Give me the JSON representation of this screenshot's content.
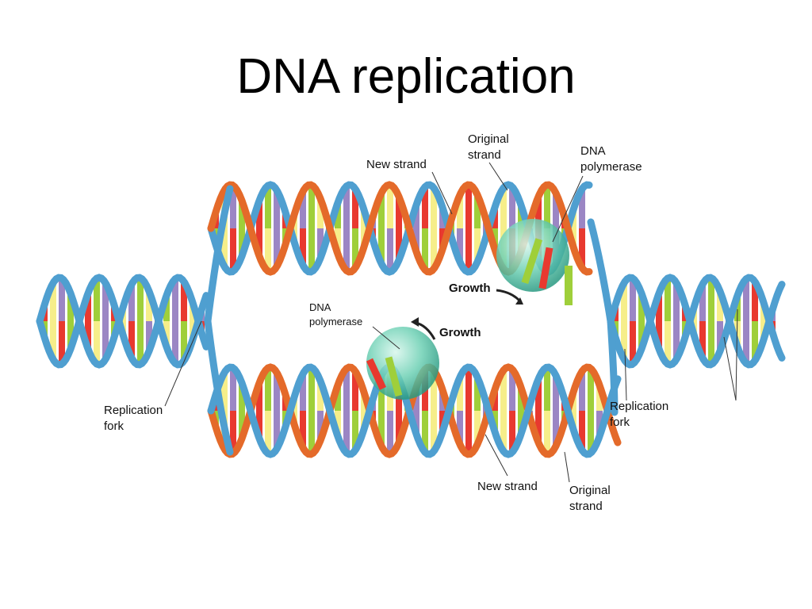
{
  "title": "DNA replication",
  "labels": {
    "original_strand_top": [
      "Original",
      "strand"
    ],
    "new_strand_top": "New strand",
    "dna_polymerase_top": [
      "DNA",
      "polymerase"
    ],
    "growth_top": "Growth",
    "dna_polymerase_bottom": [
      "DNA",
      "polymerase"
    ],
    "growth_bottom": "Growth",
    "replication_fork_left": [
      "Replication",
      "fork"
    ],
    "replication_fork_right": [
      "Replication",
      "fork"
    ],
    "new_strand_bottom": "New strand",
    "original_strand_bottom": [
      "Original",
      "strand"
    ]
  },
  "colors": {
    "backbone_original": "#4f9fd0",
    "backbone_new": "#e46a2a",
    "base_red": "#e8392f",
    "base_yellow": "#f6ee8a",
    "base_green": "#9fcf3a",
    "base_purple": "#9b86c4",
    "enzyme": "#6fd1b5"
  }
}
